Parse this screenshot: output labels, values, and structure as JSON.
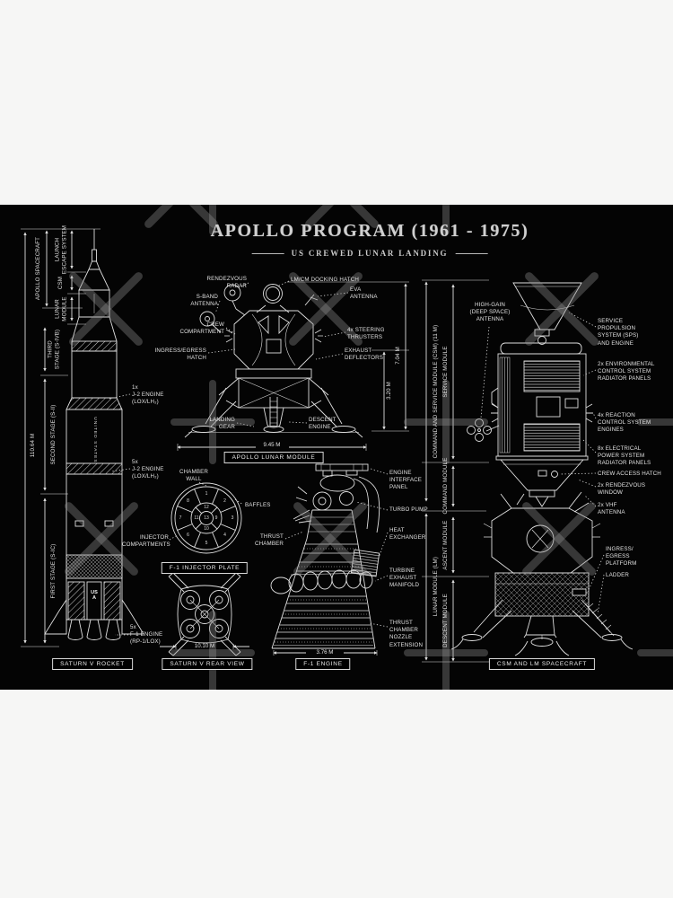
{
  "poster": {
    "title": "APOLLO PROGRAM (1961 - 1975)",
    "subtitle": "US CREWED LUNAR LANDING",
    "background": "#040404",
    "line_color": "#dedede",
    "page_background": "#f6f6f5"
  },
  "saturn_v": {
    "caption": "SATURN V ROCKET",
    "total_height": "110.64 M",
    "spacecraft_bracket": "APOLLO SPACECRAFT",
    "stages": {
      "launch_escape": "LAUNCH\nESCAPE SYSTEM",
      "csm": "CSM",
      "lunar_module": "LUNAR\nMODULE",
      "third": "THIRD\nSTAGE (S-IVB)",
      "second": "SECOND STAGE (S-II)",
      "first": "FIRST STAGE (S-IC)"
    },
    "engines": {
      "j2_single": "1x\nJ-2 ENGINE\n(LOX/LH₂)",
      "j2_cluster": "5x\nJ-2 ENGINE\n(LOX/LH₂)",
      "f1_cluster": "5x\nF-1 ENGINE\n(RP-1/LOX)"
    },
    "markings": {
      "usa": "USA",
      "united_states": "UNITED STATES"
    }
  },
  "lunar_module": {
    "caption": "APOLLO LUNAR MODULE",
    "labels": {
      "rendezvous_radar": "RENDEZVOUS\nRADAR",
      "s_band": "S-BAND\nANTENNA",
      "crew_compartment": "CREW\nCOMPARTMENT",
      "ingress_hatch": "INGRESS/EGRESS\nHATCH",
      "docking_hatch": "LM/CM DOCKING HATCH",
      "eva_antenna": "EVA\nANTENNA",
      "steering": "4x STEERING\nTHRUSTERS",
      "exhaust": "EXHAUST\nDEFLECTORS",
      "landing_gear": "LANDING\nGEAR",
      "descent_engine": "DESCENT\nENGINE"
    },
    "dimensions": {
      "width": "9.45 M",
      "hatch_height": "3.20 M",
      "total_height": "7.04 M"
    }
  },
  "injector": {
    "caption": "F-1 INJECTOR PLATE",
    "labels": {
      "chamber_wall": "CHAMBER\nWALL",
      "baffles": "BAFFLES",
      "compartments": "INJECTOR\nCOMPARTMENTS"
    },
    "numbers": [
      "1",
      "2",
      "3",
      "4",
      "5",
      "6",
      "7",
      "8",
      "9",
      "10",
      "11",
      "12",
      "13"
    ]
  },
  "rear_view": {
    "caption": "SATURN V REAR VIEW",
    "width": "10.10 M"
  },
  "f1_engine": {
    "caption": "F-1 ENGINE",
    "labels": {
      "interface": "ENGINE\nINTERFACE\nPANEL",
      "turbo_pump": "TURBO PUMP",
      "heat_exchanger": "HEAT\nEXCHANGER",
      "thrust_chamber": "THRUST\nCHAMBER",
      "turbine_manifold": "TURBINE\nEXHAUST\nMANIFOLD",
      "nozzle_extension": "THRUST\nCHAMBER\nNOZZLE\nEXTENSION"
    },
    "diameter": "3.76 M"
  },
  "csm_lm": {
    "caption": "CSM AND LM SPACECRAFT",
    "modules": {
      "csm_total": "COMMAND AND SERVICE MODULE (CSM) (11 M)",
      "service": "SERVICE MODULE",
      "command": "COMMAND MODULE",
      "ascent": "ASCENT MODULE",
      "lm_total": "LUNAR MODULE (LM)",
      "descent": "DESCENT MODULE"
    },
    "labels": {
      "high_gain": "HIGH-GAIN\n(DEEP SPACE)\nANTENNA",
      "sps": "SERVICE\nPROPULSION\nSYSTEM (SPS)\nAND ENGINE",
      "ecs": "2x ENVIRONMENTAL\nCONTROL SYSTEM\nRADIATOR PANELS",
      "rcs": "4x REACTION\nCONTROL SYSTEM\nENGINES",
      "eps": "8x ELECTRICAL\nPOWER SYSTEM\nRADIATOR PANELS",
      "crew_hatch": "CREW ACCESS HATCH",
      "rendezvous_window": "2x RENDEZVOUS\nWINDOW",
      "vhf": "2x VHF\nANTENNA",
      "platform": "INGRESS/\nEGRESS\nPLATFORM",
      "ladder": "LADDER"
    }
  }
}
